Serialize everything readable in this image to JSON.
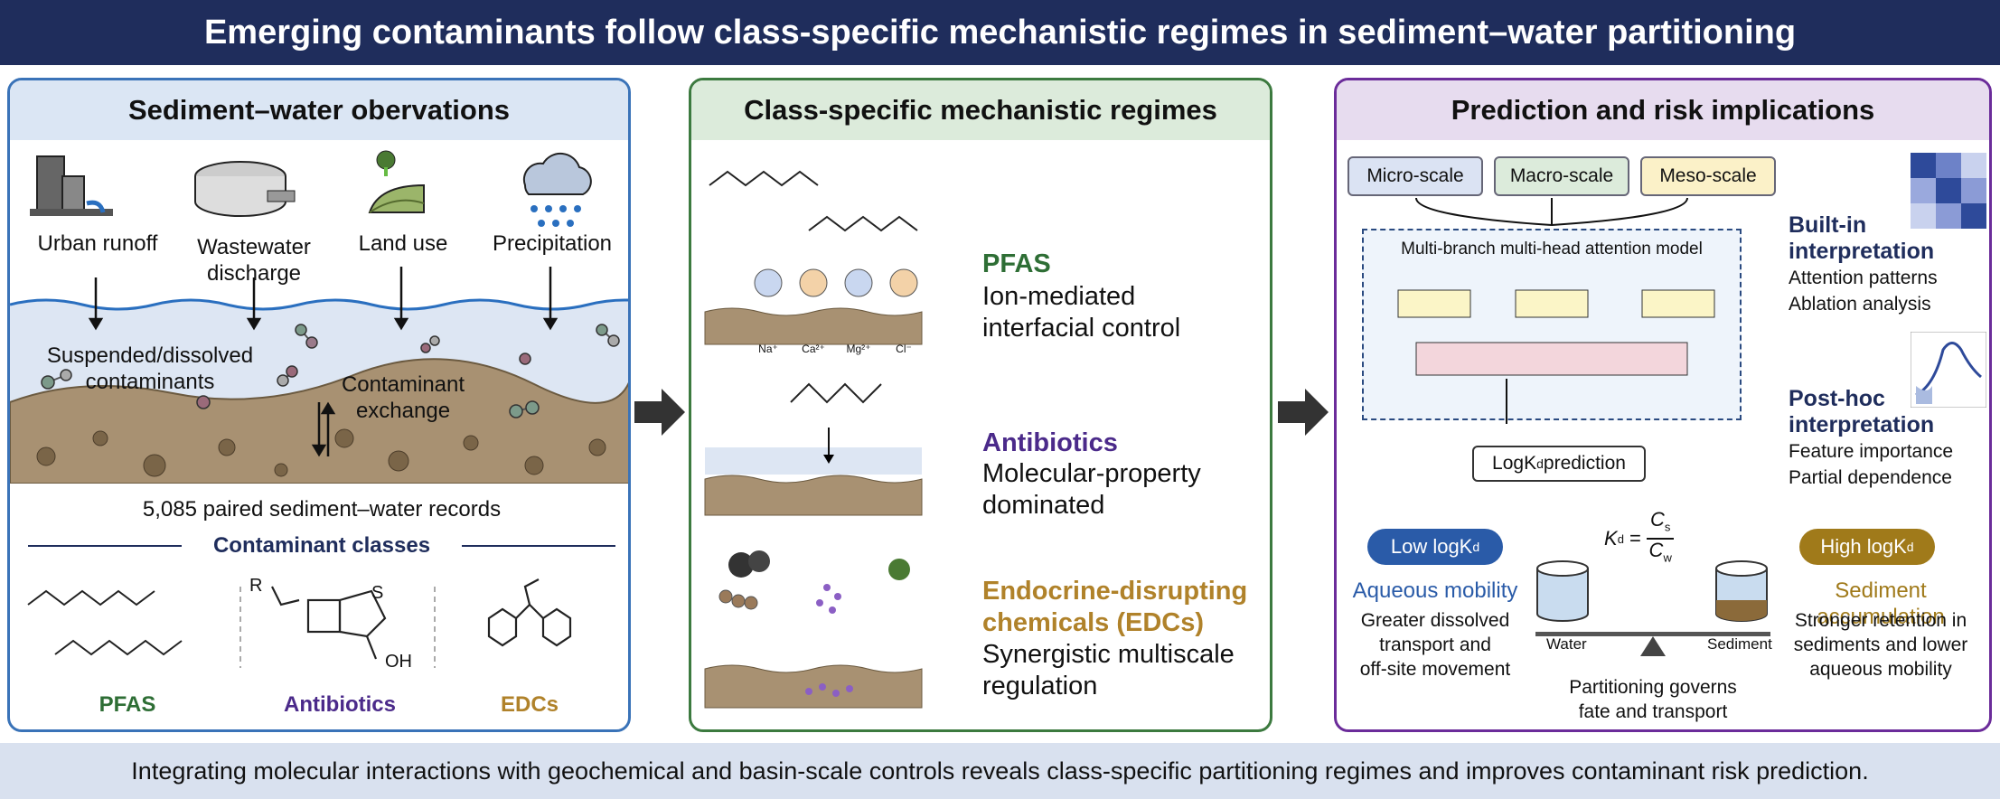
{
  "title": "Emerging contaminants follow class-specific mechanistic regimes in sediment–water partitioning",
  "footer": "Integrating molecular interactions with geochemical and basin-scale controls reveals class-specific partitioning regimes and improves contaminant risk prediction.",
  "left": {
    "heading": "Sediment–water obervations",
    "sources": [
      "Urban runoff",
      "Wastewater\ndischarge",
      "Land use",
      "Precipitation"
    ],
    "suspended": "Suspended/dissolved\ncontaminants",
    "exchange": "Contaminant\nexchange",
    "records": "5,085 paired sediment–water records",
    "classes_title": "Contaminant classes",
    "classes": [
      "PFAS",
      "Antibiotics",
      "EDCs"
    ],
    "mol_r": "R",
    "mol_oh": "OH",
    "mol_s": "S"
  },
  "middle": {
    "heading": "Class-specific mechanistic regimes",
    "regimes": [
      {
        "name": "PFAS",
        "desc": "Ion-mediated\ninterfacial control",
        "color": "#2e6e35"
      },
      {
        "name": "Antibiotics",
        "desc": "Molecular-property\ndominated",
        "color": "#4b2a8a"
      },
      {
        "name": "Endocrine-disrupting\nchemicals (EDCs)",
        "desc": "Synergistic multiscale\nregulation",
        "color": "#b0822a"
      }
    ],
    "ions": [
      "Na⁺",
      "Ca²⁺",
      "Mg²⁺",
      "Cl⁻"
    ]
  },
  "right": {
    "heading": "Prediction and risk implications",
    "scales": [
      "Micro-scale",
      "Macro-scale",
      "Meso-scale"
    ],
    "model": "Multi-branch multi-head attention model",
    "prediction": "LogK",
    "prediction_sub": "d",
    "prediction_tail": " prediction",
    "builtin_title": "Built-in\ninterpretation",
    "builtin_items": "Attention patterns\nAblation analysis",
    "posthoc_title": "Post-hoc\ninterpretation",
    "posthoc_items": "Feature importance\nPartial dependence",
    "low": "Low logK",
    "high": "High logK",
    "aqueous": "Aqueous mobility",
    "aqueous_desc": "Greater dissolved\ntransport and\noff-site movement",
    "sediment": "Sediment accumulation",
    "sediment_desc": "Stronger retention in\nsediments and lower\naqueous mobility",
    "kd_label": "K",
    "cs": "C",
    "cw": "C",
    "water": "Water",
    "sediment_lbl": "Sediment",
    "partition": "Partitioning governs\nfate and transport"
  },
  "colors": {
    "navy": "#1f2d5c",
    "blue_panel": "#3a73b8",
    "green_panel": "#3c7a3f",
    "purple_panel": "#6b2c9a",
    "pfas": "#2e6e35",
    "anti": "#4b2a8a",
    "edc": "#b0822a"
  }
}
